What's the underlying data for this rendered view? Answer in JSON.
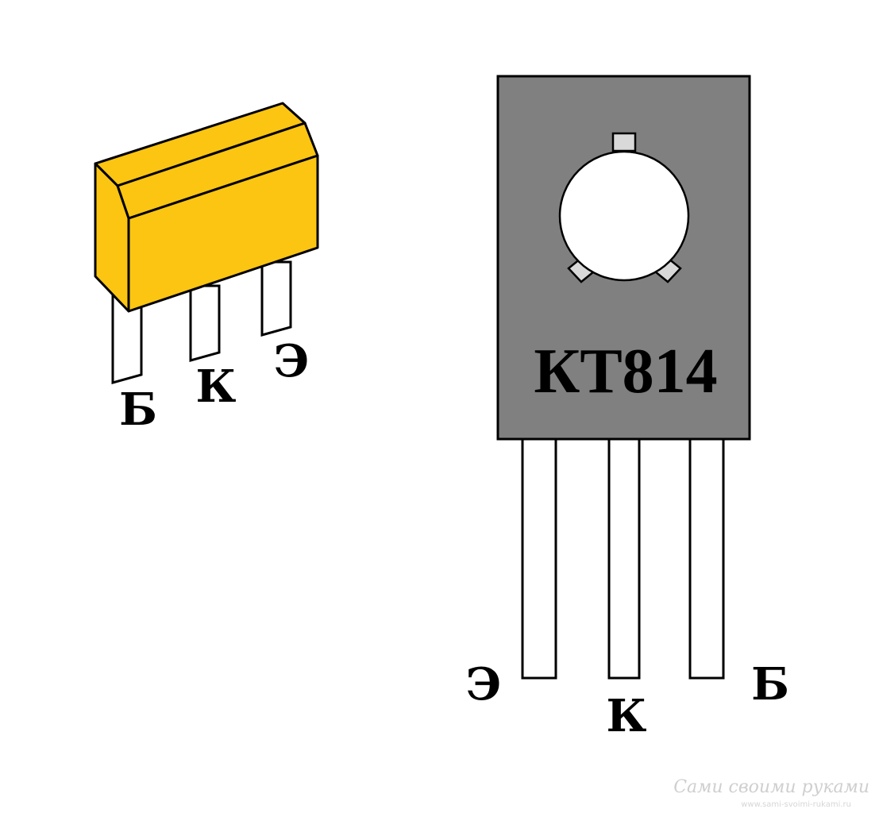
{
  "colors": {
    "smd_body": "#fbc511",
    "to126_body": "#808080",
    "outline": "#000000",
    "lead": "#ffffff",
    "tab": "#d9d9d9",
    "background": "#ffffff"
  },
  "smd_package": {
    "pins": {
      "left": "Б",
      "middle": "К",
      "right": "Э"
    }
  },
  "to126_package": {
    "marking": "КТ814",
    "pins": {
      "left": "Э",
      "middle": "К",
      "right": "Б"
    }
  },
  "watermark": {
    "text": "Сами своими руками",
    "url": "www.sami-svoimi-rukami.ru"
  }
}
